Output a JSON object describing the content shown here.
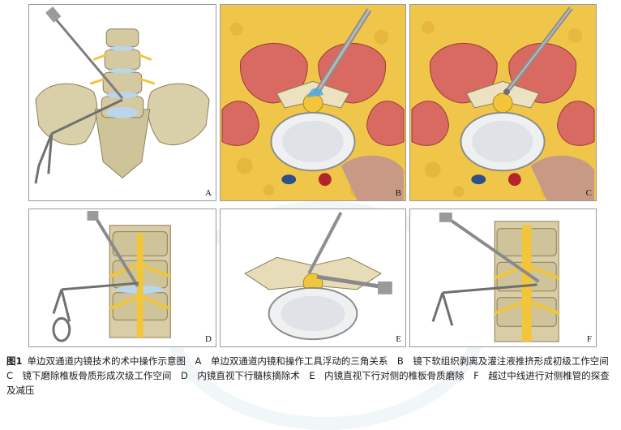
{
  "panels": [
    {
      "id": "A",
      "label": "A"
    },
    {
      "id": "B",
      "label": "B"
    },
    {
      "id": "C",
      "label": "C"
    },
    {
      "id": "D",
      "label": "D"
    },
    {
      "id": "E",
      "label": "E"
    },
    {
      "id": "F",
      "label": "F"
    }
  ],
  "caption": {
    "figure_number": "图1",
    "text": "单边双通道内镜技术的术中操作示意图　A　单边双通道内镜和操作工具浮动的三角关系　B　镜下软组织剥离及灌注液推挤形成初级工作空间　C　镜下磨除椎板骨质形成次级工作空间　D　内镜直视下行髓核摘除术　E　内镜直视下行对侧的椎板骨质磨除　F　越过中线进行对侧椎管的探查及减压"
  }
}
